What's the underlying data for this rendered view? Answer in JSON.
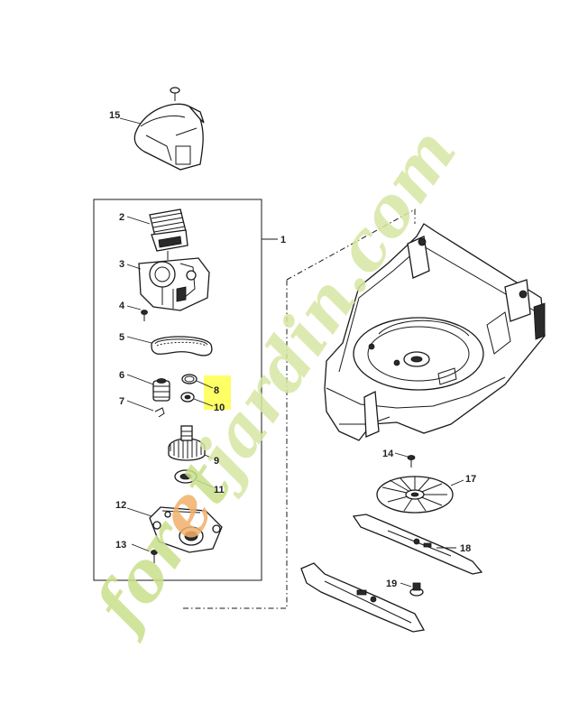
{
  "diagram": {
    "labels": {
      "p1": "1",
      "p2": "2",
      "p3": "3",
      "p4": "4",
      "p5": "5",
      "p6": "6",
      "p7": "7",
      "p8": "8",
      "p9": "9",
      "p10": "10",
      "p11": "11",
      "p12": "12",
      "p13": "13",
      "p14": "14",
      "p15": "15",
      "p17": "17",
      "p18": "18",
      "p19": "19"
    },
    "highlight_color": "#ffff66",
    "highlighted_parts": [
      "8",
      "10"
    ]
  },
  "watermark": {
    "text": "foretjardin.com",
    "colors": {
      "f": "#c9e08a",
      "o": "#c9e08a",
      "r": "#c9e08a",
      "e": "#f2b06a",
      "t": "#c9e08a",
      "rest": "#d6e7a4"
    }
  }
}
